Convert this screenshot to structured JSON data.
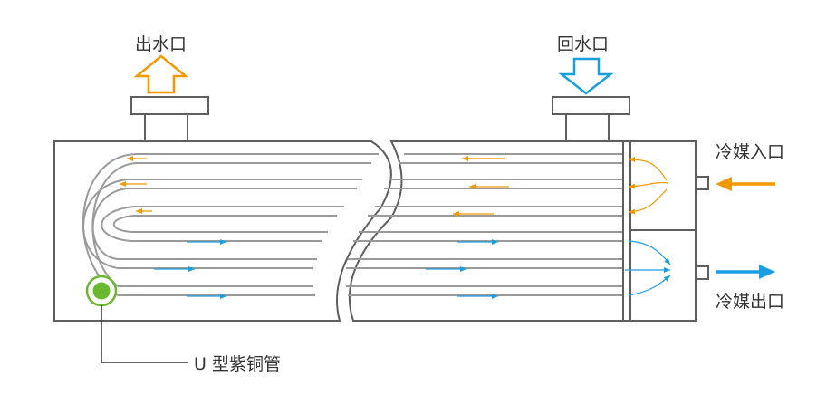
{
  "labels": {
    "water_outlet": "出水口",
    "water_return": "回水口",
    "refrigerant_inlet": "冷媒入口",
    "refrigerant_outlet": "冷媒出口",
    "u_tube": "U 型紫铜管"
  },
  "colors": {
    "outline": "#5f5f5f",
    "pipe": "#9a9a9a",
    "warm": "#f39800",
    "cool": "#1a9ee2",
    "tube_marker": "#6ab82e",
    "text": "#333333"
  }
}
